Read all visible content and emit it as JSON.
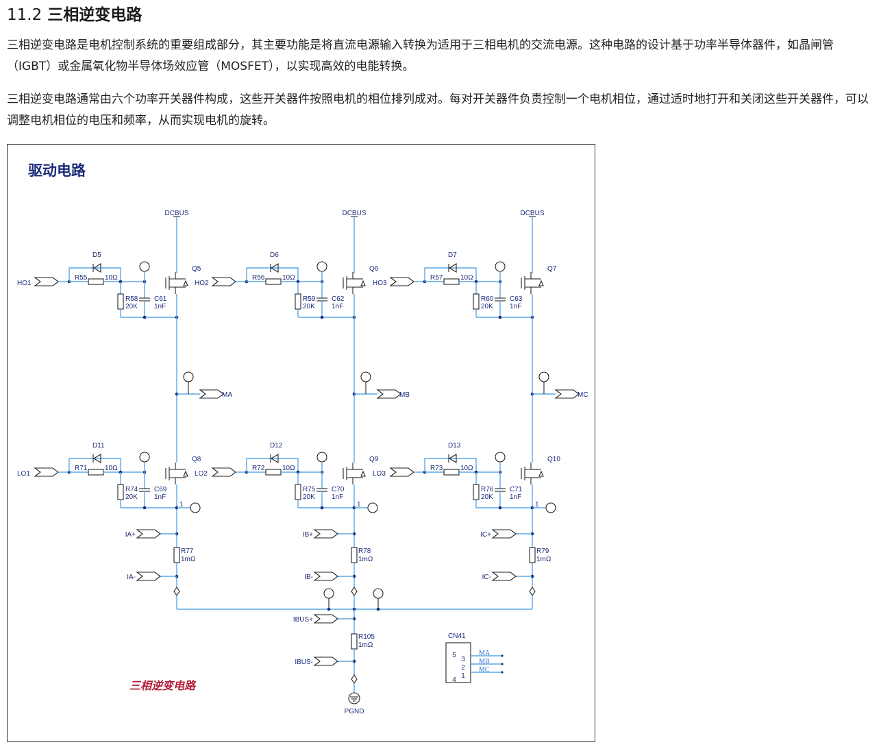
{
  "section": {
    "number": "11.2",
    "title": "三相逆变电路"
  },
  "paragraphs": [
    "三相逆变电路是电机控制系统的重要组成部分，其主要功能是将直流电源输入转换为适用于三相电机的交流电源。这种电路的设计基于功率半导体器件，如晶闸管（IGBT）或金属氧化物半导体场效应管（MOSFET），以实现高效的电能转换。",
    "三相逆变电路通常由六个功率开关器件构成，这些开关器件按照电机的相位排列成对。每对开关器件负责控制一个电机相位，通过适时地打开和关闭这些开关器件，可以调整电机相位的电压和频率，从而实现电机的旋转。"
  ],
  "figure": {
    "title": "驱动电路",
    "caption": "三相逆变电路",
    "colors": {
      "wire": "#5aa8e6",
      "label": "#1b2a7a",
      "title": "#1b2a7a",
      "caption": "#b21f3a"
    },
    "supply_label": "DCBUS",
    "high_side": [
      {
        "input": "HO1",
        "diode": "D5",
        "r_gate": "R55",
        "r_gate_val": "10Ω",
        "r_pull": "R58",
        "r_pull_val": "20K",
        "cap": "C61",
        "cap_val": "1nF",
        "mosfet": "Q5"
      },
      {
        "input": "HO2",
        "diode": "D6",
        "r_gate": "R56",
        "r_gate_val": "10Ω",
        "r_pull": "R59",
        "r_pull_val": "20K",
        "cap": "C62",
        "cap_val": "1nF",
        "mosfet": "Q6"
      },
      {
        "input": "HO3",
        "diode": "D7",
        "r_gate": "R57",
        "r_gate_val": "10Ω",
        "r_pull": "R60",
        "r_pull_val": "20K",
        "cap": "C63",
        "cap_val": "1nF",
        "mosfet": "Q7"
      }
    ],
    "low_side": [
      {
        "input": "LO1",
        "diode": "D11",
        "r_gate": "R71",
        "r_gate_val": "10Ω",
        "r_pull": "R74",
        "r_pull_val": "20K",
        "cap": "C69",
        "cap_val": "1nF",
        "mosfet": "Q8"
      },
      {
        "input": "LO2",
        "diode": "D12",
        "r_gate": "R72",
        "r_gate_val": "10Ω",
        "r_pull": "R75",
        "r_pull_val": "20K",
        "cap": "C70",
        "cap_val": "1nF",
        "mosfet": "Q9"
      },
      {
        "input": "LO3",
        "diode": "D13",
        "r_gate": "R73",
        "r_gate_val": "10Ω",
        "r_pull": "R76",
        "r_pull_val": "20K",
        "cap": "C71",
        "cap_val": "1nF",
        "mosfet": "Q10"
      }
    ],
    "phase_outputs": [
      "MA",
      "MB",
      "MC"
    ],
    "sense": [
      {
        "plus": "IA+",
        "minus": "IA-",
        "resistor": "R77",
        "value": "1mΩ"
      },
      {
        "plus": "IB+",
        "minus": "IB-",
        "resistor": "R78",
        "value": "1mΩ"
      },
      {
        "plus": "IC+",
        "minus": "IC-",
        "resistor": "R79",
        "value": "1mΩ"
      }
    ],
    "bus_sense": {
      "plus": "IBUS+",
      "minus": "IBUS-",
      "resistor": "R105",
      "value": "1mΩ"
    },
    "ground_label": "PGND",
    "pin_one": "1",
    "connector": {
      "name": "CN41",
      "pins": [
        "5",
        "3",
        "2",
        "1",
        "4"
      ],
      "nets": [
        "MA",
        "MB",
        "MC"
      ]
    }
  }
}
